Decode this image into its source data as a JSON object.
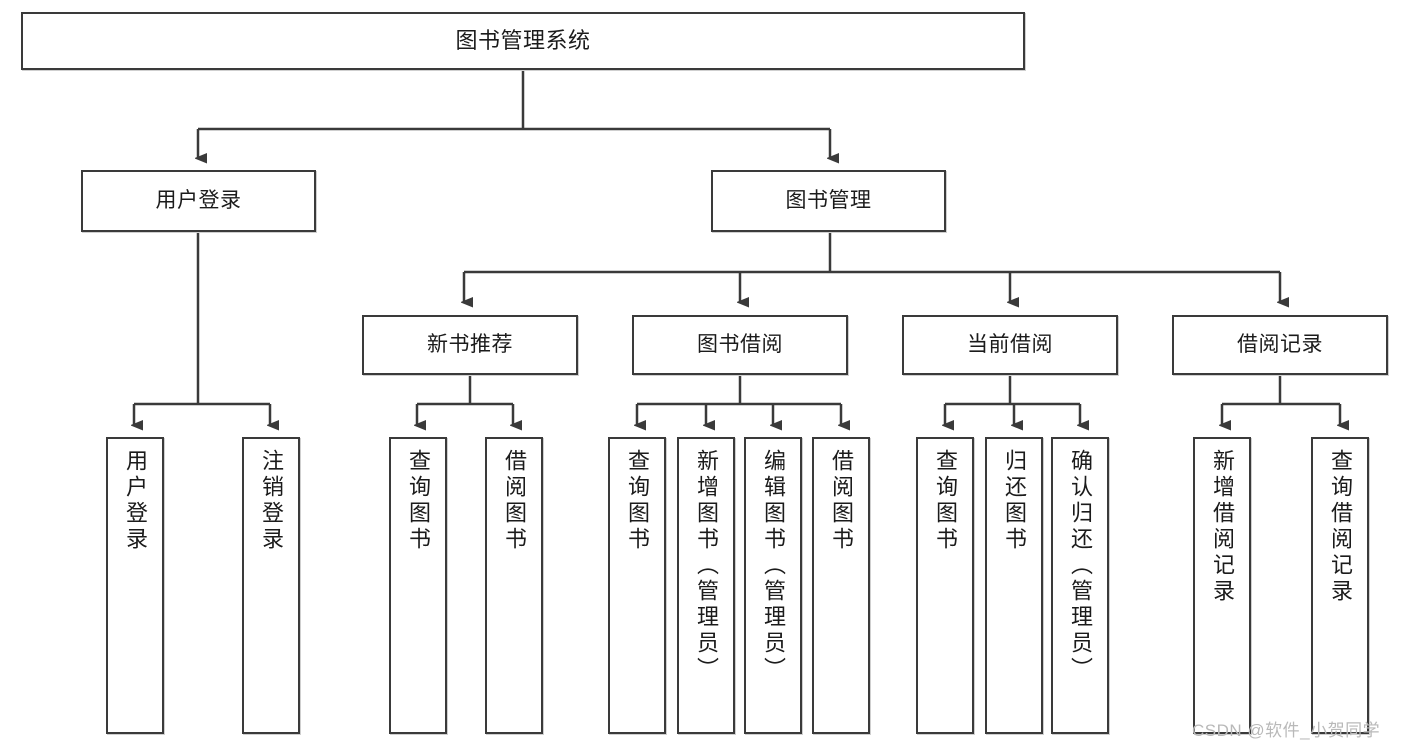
{
  "diagram": {
    "type": "tree-hierarchy",
    "title": "图书管理系统",
    "root": {
      "label": "图书管理系统"
    },
    "level1": [
      {
        "label": "用户登录"
      },
      {
        "label": "图书管理"
      }
    ],
    "level2": [
      {
        "label": "新书推荐"
      },
      {
        "label": "图书借阅"
      },
      {
        "label": "当前借阅"
      },
      {
        "label": "借阅记录"
      }
    ],
    "leaves": {
      "user_login": [
        {
          "label": "用户登录"
        },
        {
          "label": "注销登录"
        }
      ],
      "new_book_recommend": [
        {
          "label": "查询图书"
        },
        {
          "label": "借阅图书"
        }
      ],
      "book_borrow": [
        {
          "label": "查询图书"
        },
        {
          "label": "新增图书（管理员）"
        },
        {
          "label": "编辑图书（管理员）"
        },
        {
          "label": "借阅图书"
        }
      ],
      "current_borrow": [
        {
          "label": "查询图书"
        },
        {
          "label": "归还图书"
        },
        {
          "label": "确认归还（管理员）"
        }
      ],
      "borrow_record": [
        {
          "label": "新增借阅记录"
        },
        {
          "label": "查询借阅记录"
        }
      ]
    }
  },
  "watermark": {
    "text": "CSDN @软件_小贺同学"
  },
  "colors": {
    "stroke": "#3a3a3a",
    "fill": "#ffffff",
    "text": "#1b1b1b",
    "watermark": "#b9b9b9"
  }
}
